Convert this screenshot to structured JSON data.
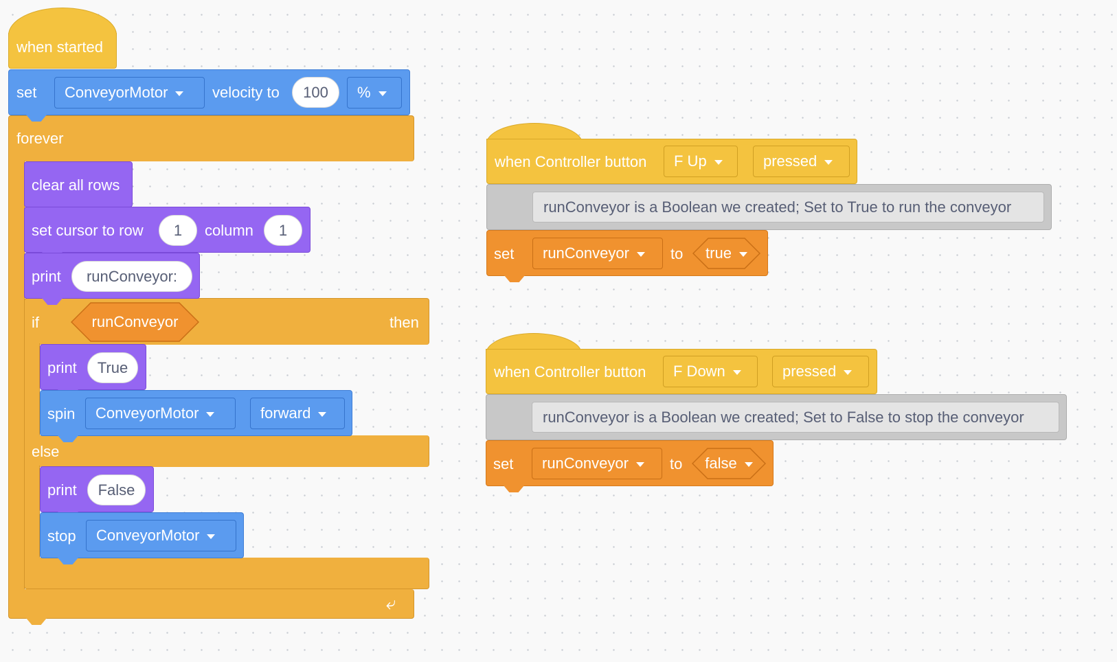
{
  "colors": {
    "events": "#f4c33f",
    "motion": "#5b9bef",
    "control": "#f0b03e",
    "looks": "#9566f2",
    "variables": "#f0922f",
    "comment": "#c8c8c8"
  },
  "script_main": {
    "hat_label": "when started",
    "set_velocity": {
      "label": "set",
      "motor": "ConveyorMotor",
      "mid_label": "velocity to",
      "value": "100",
      "unit": "%"
    },
    "forever_label": "forever",
    "clear_rows_label": "clear all rows",
    "set_cursor": {
      "label": "set cursor to row",
      "row": "1",
      "mid_label": "column",
      "column": "1"
    },
    "print_label_block": {
      "label": "print",
      "value": "runConveyor:"
    },
    "if_block": {
      "if_label": "if",
      "condition": "runConveyor",
      "then_label": "then",
      "else_label": "else"
    },
    "print_true": {
      "label": "print",
      "value": "True"
    },
    "spin": {
      "label": "spin",
      "motor": "ConveyorMotor",
      "direction": "forward"
    },
    "print_false": {
      "label": "print",
      "value": "False"
    },
    "stop": {
      "label": "stop",
      "motor": "ConveyorMotor"
    },
    "loop_icon": "loop-arrow-icon"
  },
  "script_up": {
    "hat_label": "when Controller button",
    "button": "F Up",
    "action": "pressed",
    "comment": "runConveyor is a Boolean we created; Set to True to run the conveyor",
    "set": {
      "label": "set",
      "variable": "runConveyor",
      "mid_label": "to",
      "value": "true"
    }
  },
  "script_down": {
    "hat_label": "when Controller button",
    "button": "F Down",
    "action": "pressed",
    "comment": "runConveyor is a Boolean we created; Set to False to stop the conveyor",
    "set": {
      "label": "set",
      "variable": "runConveyor",
      "mid_label": "to",
      "value": "false"
    }
  }
}
